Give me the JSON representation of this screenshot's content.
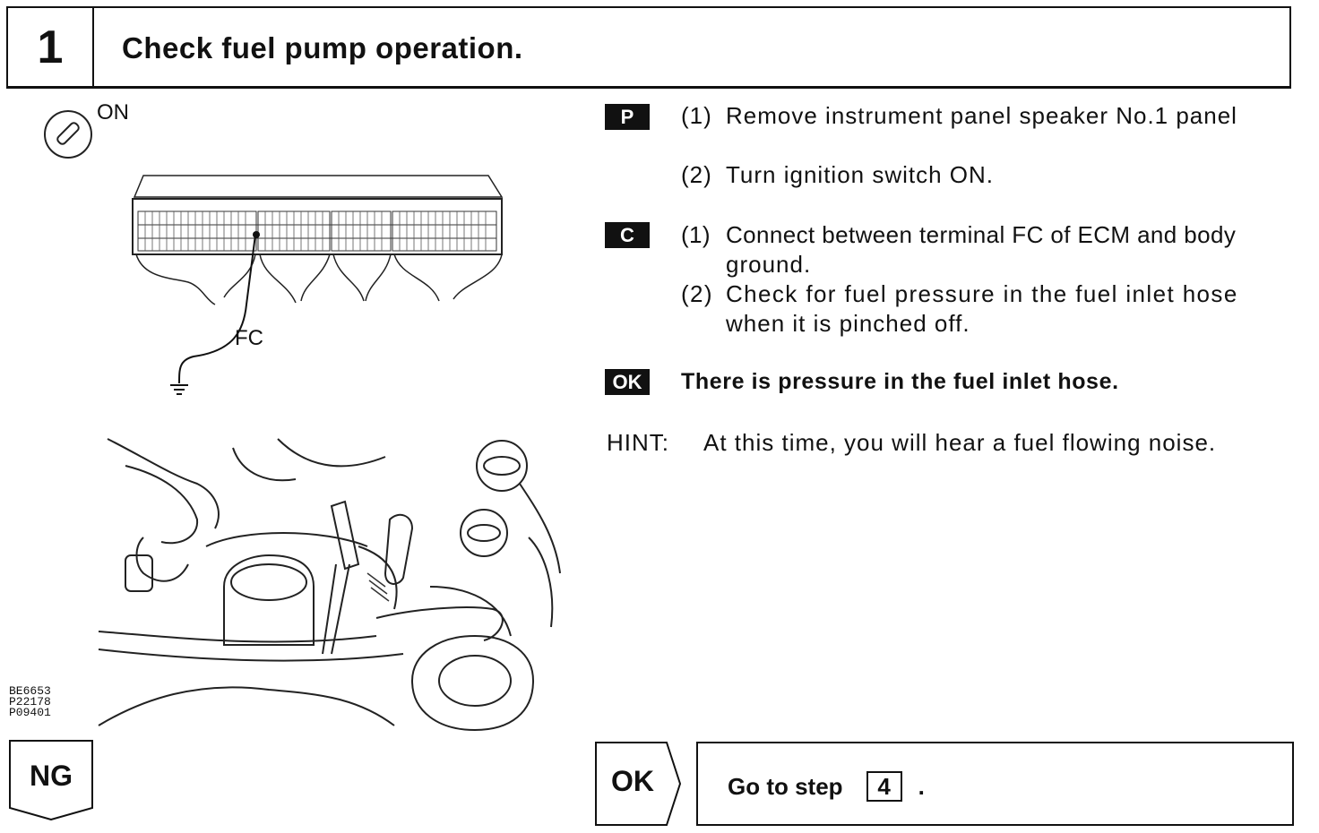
{
  "header": {
    "step_number": "1",
    "title": "Check fuel pump operation."
  },
  "figure_top": {
    "switch_label": "ON",
    "terminal_label": "FC"
  },
  "figure_codes": [
    "BE6653",
    "P22178",
    "P09401"
  ],
  "instructions": {
    "p_badge": "P",
    "p_steps": [
      {
        "num": "(1)",
        "text": "Remove instrument panel speaker No.1 panel"
      },
      {
        "num": "(2)",
        "text": "Turn ignition switch ON."
      }
    ],
    "c_badge": "C",
    "c_steps": [
      {
        "num": "(1)",
        "text_line1": "Connect between terminal FC of ECM and body",
        "text_line2": "ground."
      },
      {
        "num": "(2)",
        "text_line1": "Check for fuel pressure in the fuel inlet hose",
        "text_line2": "when it is pinched off."
      }
    ],
    "ok_badge": "OK",
    "ok_text": "There is pressure in the fuel inlet hose.",
    "hint_label": "HINT:",
    "hint_text": "At this time, you will hear a fuel flowing noise."
  },
  "results": {
    "ng_label": "NG",
    "ok_label": "OK",
    "goto_text": "Go to step",
    "goto_step": "4",
    "goto_suffix": "."
  }
}
